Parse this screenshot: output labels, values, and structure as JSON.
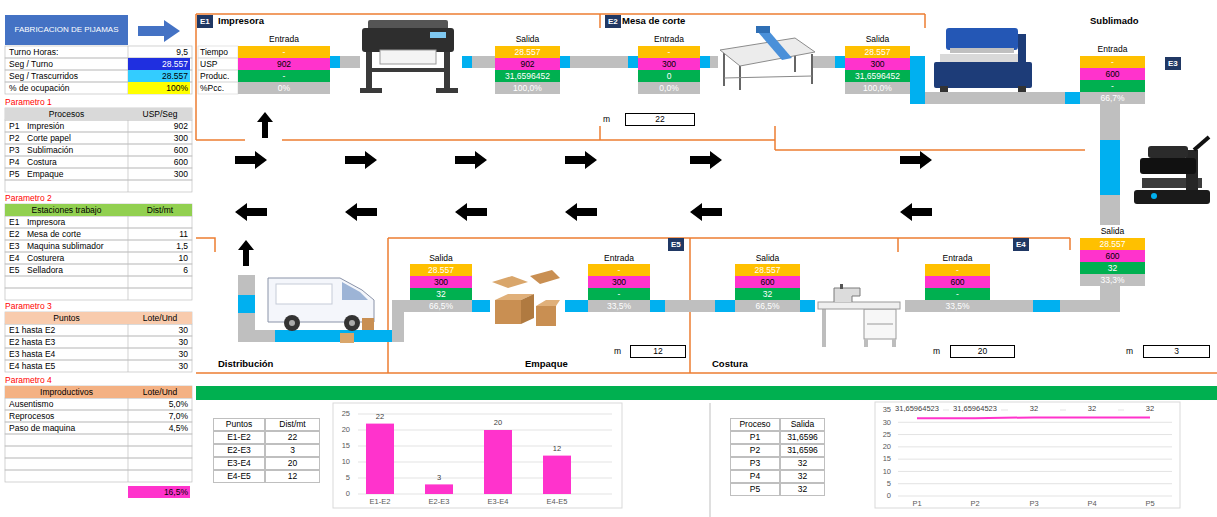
{
  "diagram": {
    "nodes": [
      {
        "text": [
          "FABRICACION DE PIJAMAS"
        ]
      },
      {
        "text": [
          "Impresora"
        ]
      },
      {
        "text": [
          "E1"
        ],
        "in": 1
      },
      {
        "text": [
          "Mesa de corte"
        ]
      },
      {
        "text": [
          "E2"
        ],
        "in": 3
      },
      {
        "text": [
          "Sublimado"
        ]
      },
      {
        "text": [
          "E3"
        ],
        "in": 5
      },
      {
        "text": [
          "Distribución"
        ]
      },
      {
        "text": [
          "Empaque"
        ]
      },
      {
        "text": [
          "E5"
        ],
        "in": 8
      },
      {
        "text": [
          "Costura"
        ]
      },
      {
        "text": [
          "E4"
        ],
        "in": 10
      }
    ],
    "labels": [
      "Turno Horas:",
      "9,5",
      "Seg / Turno",
      "28.557",
      "Seg / Trascurridos",
      "28.557",
      "% de ocupación",
      "100%",
      "Parametro 1",
      "Procesos",
      "USP/Seg",
      "P1",
      "Impresión",
      "902",
      "P2",
      "Corte papel",
      "300",
      "P3",
      "Sublimación",
      "600",
      "P4",
      "Costura",
      "600",
      "P5",
      "Empaque",
      "300",
      "Parametro 2",
      "Estaciones trabajo",
      "Dist/mt",
      "E1",
      "Impresora",
      "E2",
      "Mesa de corte",
      "11",
      "E3",
      "Maquina sublimador",
      "1,5",
      "E4",
      "Costurera",
      "10",
      "E5",
      "Selladora",
      "6",
      "Parametro 3",
      "Puntos",
      "Lote/Und",
      "E1 hasta E2",
      "30",
      "E2 hasta E3",
      "30",
      "E3 hasta E4",
      "30",
      "E4 hasta E5",
      "30",
      "Parametro 4",
      "Improductivos",
      "Lote/Und",
      "Ausentismo",
      "5,0%",
      "Reprocesos",
      "7,0%",
      "Paso de maquina",
      "4,5%",
      "16,5%",
      "Tiempo",
      "USP",
      "Produc.",
      "%Pcc.",
      "Entrada",
      "-",
      "902",
      "-",
      "0%",
      "Salida",
      "28.557",
      "902",
      "31,6596452",
      "100,0%",
      "Entrada",
      "-",
      "300",
      "0",
      "0,0%",
      "Salida",
      "28.557",
      "300",
      "31,6596452",
      "100,0%",
      "m",
      "22",
      "Entrada",
      "-",
      "600",
      "-",
      "66,7%",
      "Salida",
      "28.557",
      "600",
      "32",
      "33,3%",
      "m",
      "3",
      "Salida",
      "28.557",
      "300",
      "32",
      "66,5%",
      "Entrada",
      "-",
      "300",
      "-",
      "33,5%",
      "m",
      "12",
      "Salida",
      "28.557",
      "600",
      "32",
      "66,5%",
      "Entrada",
      "-",
      "600",
      "-",
      "33,5%",
      "m",
      "20",
      "Puntos",
      "Dist/mt",
      "E1-E2",
      "22",
      "E2-E3",
      "3",
      "E3-E4",
      "20",
      "E4-E5",
      "12",
      "25",
      "20",
      "15",
      "10",
      "5",
      "0",
      "22",
      "3",
      "20",
      "12",
      "E1-E2",
      "E2-E3",
      "E3-E4",
      "E4-E5",
      "Proceso",
      "Salida",
      "P1",
      "31,6596",
      "P2",
      "31,6596",
      "P3",
      "32",
      "P4",
      "32",
      "P5",
      "32",
      "35",
      "30",
      "25",
      "20",
      "15",
      "10",
      "5",
      "0",
      "31,65964523",
      "31,65964523",
      "32",
      "32",
      "32",
      "P1",
      "P2",
      "P3",
      "P4",
      "P5"
    ]
  }
}
